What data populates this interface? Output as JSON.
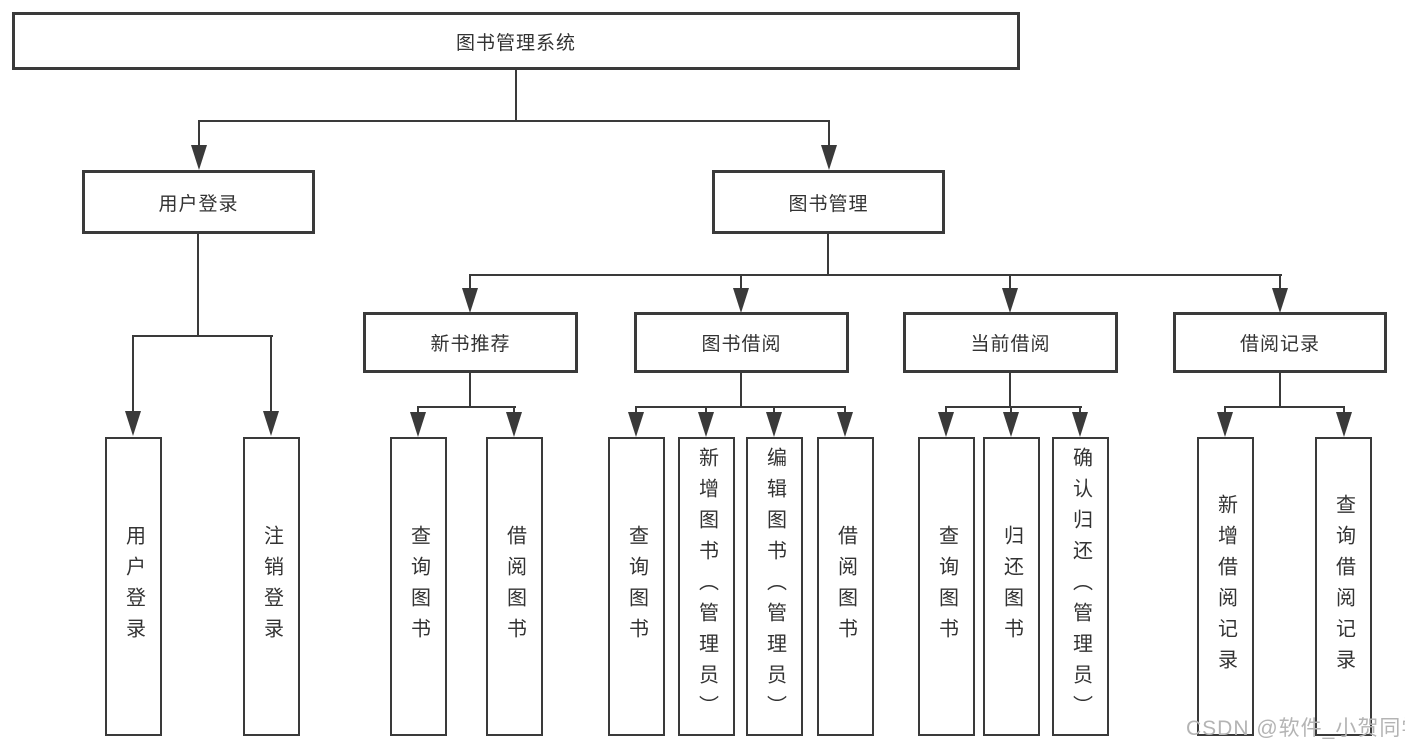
{
  "diagram": {
    "type": "hierarchy",
    "root": {
      "label": "图书管理系统"
    },
    "branches": [
      {
        "label": "用户登录",
        "children": [
          {
            "label": "用户登录"
          },
          {
            "label": "注销登录"
          }
        ]
      },
      {
        "label": "图书管理",
        "children": [
          {
            "label": "新书推荐",
            "children": [
              {
                "label": "查询图书"
              },
              {
                "label": "借阅图书"
              }
            ]
          },
          {
            "label": "图书借阅",
            "children": [
              {
                "label": "查询图书"
              },
              {
                "label": "新增图书（管理员）"
              },
              {
                "label": "编辑图书（管理员）"
              },
              {
                "label": "借阅图书"
              }
            ]
          },
          {
            "label": "当前借阅",
            "children": [
              {
                "label": "查询图书"
              },
              {
                "label": "归还图书"
              },
              {
                "label": "确认归还（管理员）"
              }
            ]
          },
          {
            "label": "借阅记录",
            "children": [
              {
                "label": "新增借阅记录"
              },
              {
                "label": "查询借阅记录"
              }
            ]
          }
        ]
      }
    ],
    "colors": {
      "line": "#3a3a3a",
      "text": "#333333",
      "watermark": "#b4b4b4",
      "background": "#ffffff"
    }
  },
  "watermark": "CSDN @软件_小贺同学"
}
